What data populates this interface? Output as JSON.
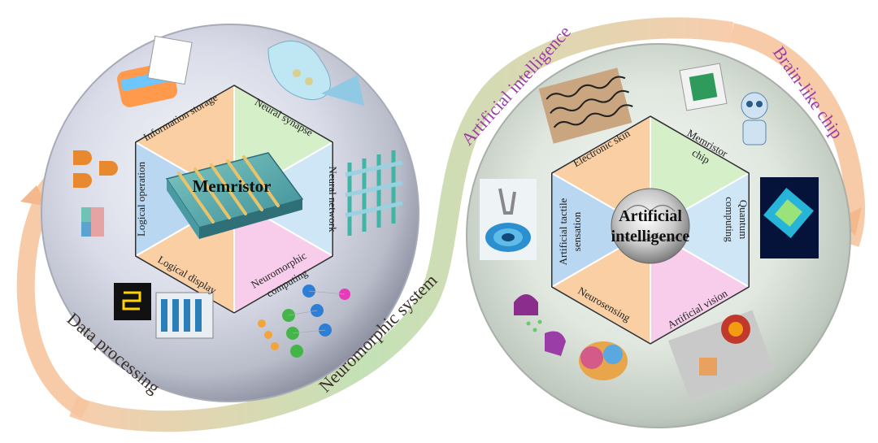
{
  "left_circle": {
    "center_label": "Memristor",
    "segments": [
      {
        "label": "Information storage",
        "color": "#f9cfa3"
      },
      {
        "label": "Neural synapse",
        "color": "#d5efc9"
      },
      {
        "label": "Neural network",
        "color": "#cfe6f6"
      },
      {
        "label": "Neuromorphic computing",
        "line1": "Neuromorphic",
        "line2": "computing",
        "color": "#f7cdeb"
      },
      {
        "label": "Logical display",
        "color": "#f9cfa3"
      },
      {
        "label": "Logical operation",
        "color": "#b9d7f1"
      }
    ]
  },
  "right_circle": {
    "center_label": "Artificial intelligence",
    "center_line1": "Artificial",
    "center_line2": "intelligence",
    "segments": [
      {
        "label": "Electronic skin",
        "color": "#f9cfa3"
      },
      {
        "label": "Memristor chip",
        "line1": "Memristor",
        "line2": "chip",
        "color": "#d5efc9"
      },
      {
        "label": "Quantum computing",
        "line1": "Quantum",
        "line2": "computing",
        "color": "#cfe6f6"
      },
      {
        "label": "Artificial vision",
        "color": "#f7cdeb"
      },
      {
        "label": "Neurosensing",
        "color": "#f9cfa3"
      },
      {
        "label": "Artificial tactile sensation",
        "line1": "Artificial tactile",
        "line2": "sensation",
        "color": "#b9d7f1"
      }
    ]
  },
  "ring_labels": {
    "data_processing": "Data processing",
    "neuromorphic_system": "Neuromorphic system",
    "artificial_intelligence": "Artificial intelligence",
    "brain_like_chip": "Brain-like chip"
  },
  "colors": {
    "ring_green": "#a9d8a9",
    "ring_orange": "#f6c49e",
    "label_purple": "#9b3da6",
    "label_dark": "#3a2f2a"
  }
}
